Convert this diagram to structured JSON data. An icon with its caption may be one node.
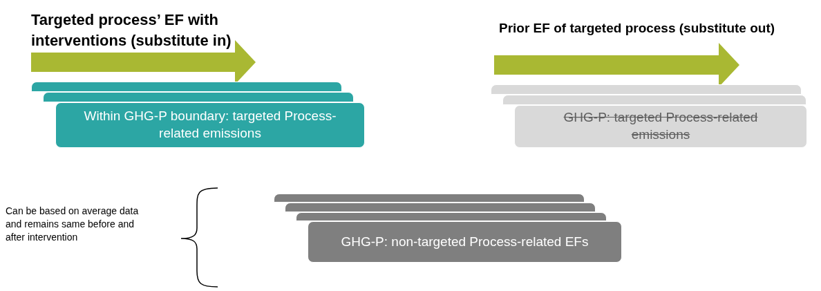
{
  "diagram": {
    "nodes": [
      {
        "text": [],
        "shape": "box"
      },
      {
        "text": [],
        "shape": "box"
      },
      {
        "text": [
          "Within GHG-P boundary:  targeted Process-related emissions"
        ]
      },
      {
        "text": [],
        "shape": "box"
      },
      {
        "text": [],
        "shape": "box"
      },
      {
        "text": [
          "GHG-P:  targeted Process-related emissions"
        ]
      },
      {
        "text": [],
        "shape": "box"
      },
      {
        "text": [],
        "shape": "box"
      },
      {
        "text": [],
        "shape": "box"
      },
      {
        "text": [
          "GHG-P:  non-targeted Process-related EFs"
        ]
      }
    ],
    "labels": [
      "Targeted process’ EF with interventions (substitute in)",
      "Prior EF of targeted process (substitute out)",
      "Can be based on average data and remains same before and after intervention"
    ]
  }
}
